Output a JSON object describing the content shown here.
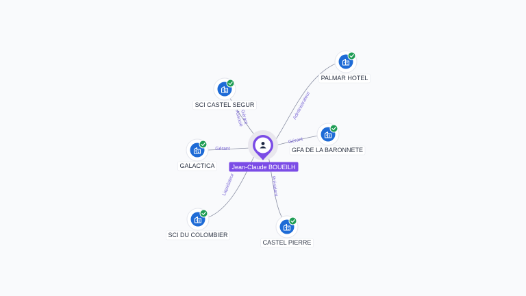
{
  "center": {
    "name": "Jean-Claude BOUEILH",
    "icon": "person-icon",
    "color": "#7b4ce6"
  },
  "companies": [
    {
      "id": "palmar-hotel",
      "name": "PALMAR HOTEL",
      "roles": [
        "Administrateur"
      ],
      "icon": "building-icon",
      "status": "active"
    },
    {
      "id": "sci-castel-segur",
      "name": "SCI CASTEL SEGUR",
      "roles": [
        "Gérant",
        "Associé"
      ],
      "icon": "building-icon",
      "status": "active"
    },
    {
      "id": "gfa-de-la-baronnete",
      "name": "GFA DE LA BARONNETE",
      "roles": [
        "Gérant"
      ],
      "icon": "building-icon",
      "status": "active"
    },
    {
      "id": "galactica",
      "name": "GALACTICA",
      "roles": [
        "Gérant"
      ],
      "icon": "building-icon",
      "status": "active"
    },
    {
      "id": "sci-du-colombier",
      "name": "SCI DU COLOMBIER",
      "roles": [
        "Liquidateur"
      ],
      "icon": "building-icon",
      "status": "active"
    },
    {
      "id": "castel-pierre",
      "name": "CASTEL PIERRE",
      "roles": [
        "Président"
      ],
      "icon": "building-icon",
      "status": "active"
    }
  ],
  "colors": {
    "company_node": "#1e6bd6",
    "active_check": "#1f9d55",
    "role_label": "#7d6ad6",
    "edge": "#8a8fa3"
  }
}
